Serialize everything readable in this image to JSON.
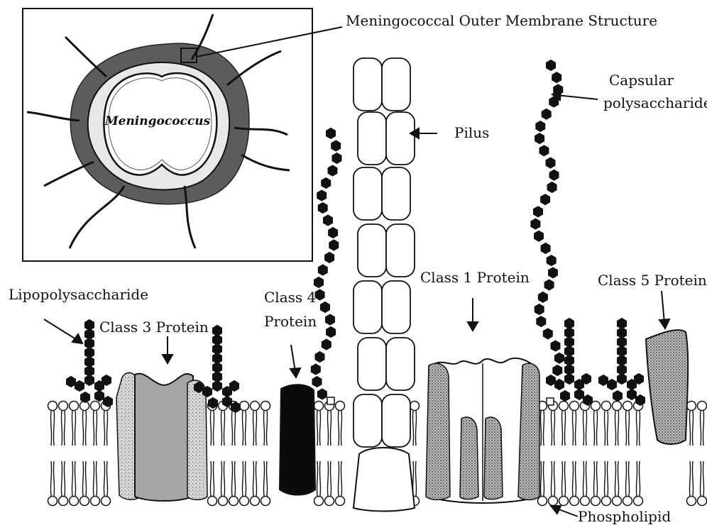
{
  "labels": {
    "title": "Meningococcal Outer Membrane Structure",
    "inset_label": "Meningococcus",
    "pilus": "Pilus",
    "capsular_line1": "Capsular",
    "capsular_line2": "polysaccharide",
    "lps": "Lipopolysaccharide",
    "class3": "Class 3 Protein",
    "class4_line1": "Class 4",
    "class4_line2": "Protein",
    "class1": "Class 1 Protein",
    "class5": "Class 5 Protein",
    "phospholipid": "Phospholipid"
  },
  "colors": {
    "ink": "#111111",
    "capsule_gray": "#5a5a5a",
    "class3_gray": "#9a9a9a",
    "class4_black": "#0a0a0a",
    "class1_stipple": "#6a6a6a",
    "class5_gray": "#7a7a7a"
  }
}
